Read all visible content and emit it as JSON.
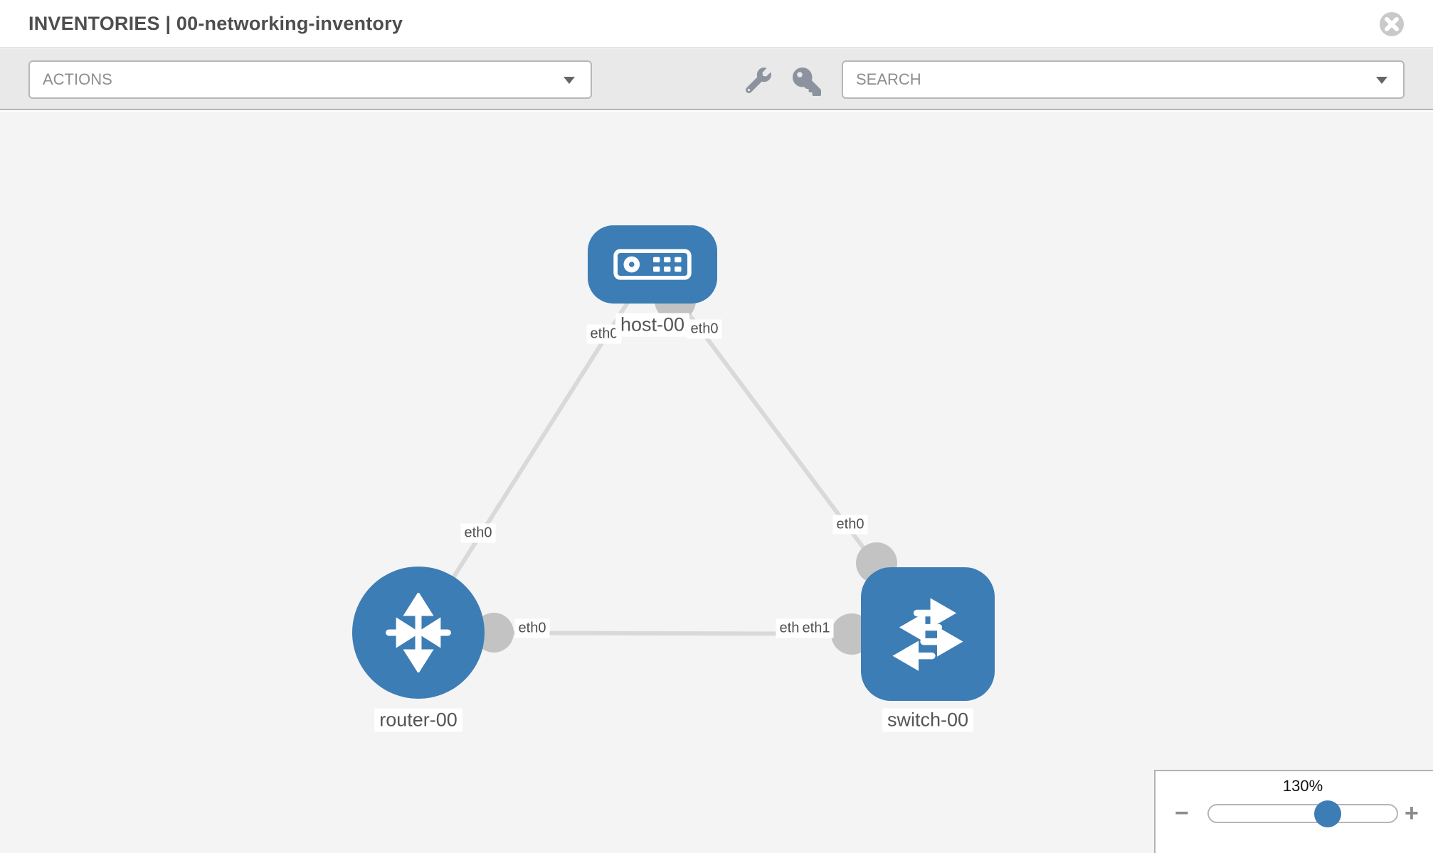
{
  "header": {
    "title": "INVENTORIES | 00-networking-inventory"
  },
  "toolbar": {
    "actions_label": "ACTIONS",
    "search_placeholder": "SEARCH",
    "icons": [
      "wrench-icon",
      "key-icon"
    ]
  },
  "topology": {
    "nodes": [
      {
        "id": "host-00",
        "label": "host-00",
        "type": "host"
      },
      {
        "id": "router-00",
        "label": "router-00",
        "type": "router"
      },
      {
        "id": "switch-00",
        "label": "switch-00",
        "type": "switch"
      }
    ],
    "links": [
      {
        "source": "host-00",
        "target": "router-00",
        "source_iface": "eth0",
        "target_iface": "eth0"
      },
      {
        "source": "host-00",
        "target": "switch-00",
        "source_iface": "eth0",
        "target_iface": "eth0"
      },
      {
        "source": "router-00",
        "target": "switch-00",
        "source_iface": "eth0",
        "target_iface": "eth1",
        "occluded_label": "eth0"
      }
    ]
  },
  "zoom_control": {
    "level": "130%",
    "minus_label": "−",
    "plus_label": "+"
  },
  "colors": {
    "node_fill": "#3c7db5",
    "port_fill": "#c3c3c3",
    "link_stroke": "#d9d9d9",
    "toolbar_bg": "#e9e9e9",
    "canvas_bg": "#f4f4f4",
    "slider_thumb": "#3c7db5",
    "title_text": "#4e4e4e"
  }
}
